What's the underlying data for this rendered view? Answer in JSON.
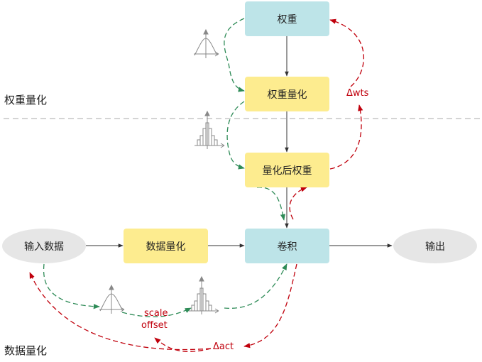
{
  "sections": {
    "weight": "权重量化",
    "data": "数据量化"
  },
  "nodes": {
    "weight": "权重",
    "weight_quant": "权重量化",
    "quantized_weight": "量化后权重",
    "input_data": "输入数据",
    "data_quant": "数据量化",
    "conv": "卷积",
    "output": "输出"
  },
  "labels": {
    "delta_wts": "Δwts",
    "scale": "scale",
    "offset": "offset",
    "delta_act": "Δact"
  },
  "colors": {
    "blue_node": "#bde4e8",
    "yellow_node": "#fdec8f",
    "ellipse_node": "#e6e6e6",
    "green_flow": "#2e8b57",
    "red_gradient": "#c0000c"
  }
}
